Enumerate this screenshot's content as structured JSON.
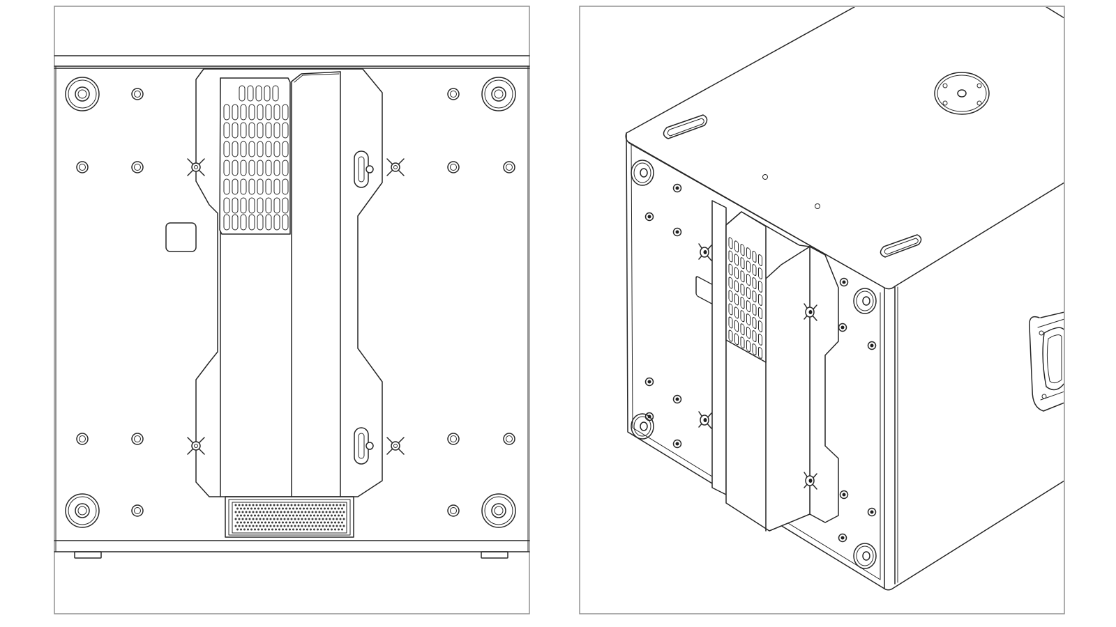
{
  "figure": {
    "panels": [
      {
        "view": "rear-orthographic"
      },
      {
        "view": "isometric-rear"
      }
    ],
    "colors": {
      "line": "#262626",
      "frame": "#8a8a8a",
      "background": "#ffffff"
    },
    "icons": [
      "speaker-cabinet-drawing",
      "wing-nut-icon",
      "vent-grille",
      "mesh-grille",
      "handle-icon"
    ]
  }
}
